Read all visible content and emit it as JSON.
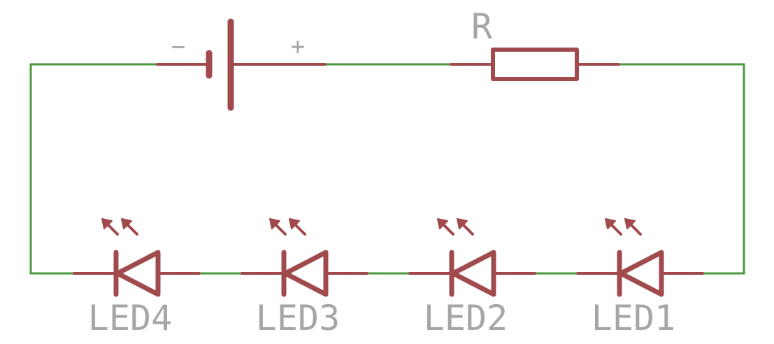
{
  "colors": {
    "wire": "#4a9a3c",
    "component": "#a04a4e",
    "label": "#a6a6a6",
    "background": "#ffffff"
  },
  "battery": {
    "minus_label": "−",
    "plus_label": "+"
  },
  "resistor": {
    "label": "R"
  },
  "leds": [
    {
      "label": "LED4"
    },
    {
      "label": "LED3"
    },
    {
      "label": "LED2"
    },
    {
      "label": "LED1"
    }
  ]
}
